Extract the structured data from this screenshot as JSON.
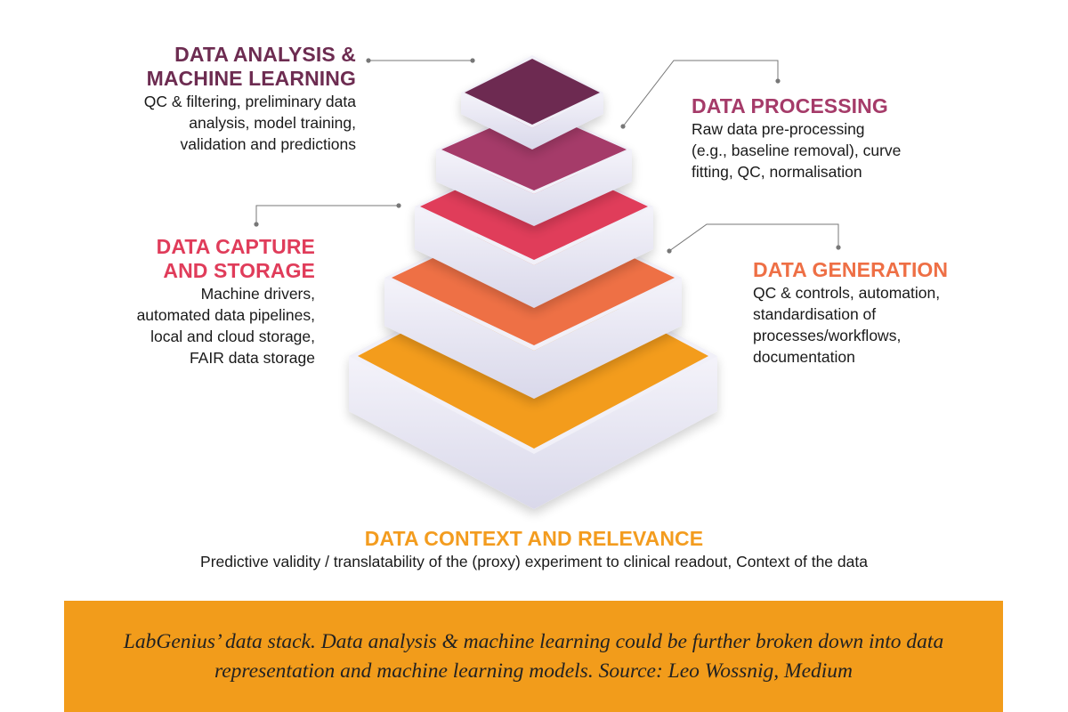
{
  "layers": [
    {
      "id": "context",
      "title": "DATA CONTEXT AND RELEVANCE",
      "description": "Predictive validity / translatability of the (proxy) experiment to clinical readout, Context of the data",
      "color": "#f39c1f"
    },
    {
      "id": "generation",
      "title": "DATA GENERATION",
      "description_lines": [
        "QC & controls, automation,",
        "standardisation of",
        "processes/workflows,",
        "documentation"
      ],
      "color": "#ee6f45"
    },
    {
      "id": "capture",
      "title_lines": [
        "DATA CAPTURE",
        "AND STORAGE"
      ],
      "description_lines": [
        "Machine drivers,",
        "automated data pipelines,",
        "local and cloud storage,",
        "FAIR data storage"
      ],
      "color": "#e03c5a"
    },
    {
      "id": "processing",
      "title": "DATA PROCESSING",
      "description_lines": [
        "Raw data pre-processing",
        "(e.g., baseline removal), curve",
        "fitting, QC, normalisation"
      ],
      "color": "#a53b69"
    },
    {
      "id": "analysis",
      "title_lines": [
        "DATA ANALYSIS &",
        "MACHINE LEARNING"
      ],
      "description_lines": [
        "QC & filtering, preliminary data",
        "analysis, model training,",
        "validation and predictions"
      ],
      "color": "#6d2c51"
    }
  ],
  "caption": {
    "text": "LabGenius’ data stack. Data analysis & machine learning could be further broken down into data representation and machine learning models. Source: Leo Wossnig, Medium",
    "background": "#f29c1b"
  },
  "connector_color": "#777777",
  "slab_side_color": "#e4e3f0"
}
